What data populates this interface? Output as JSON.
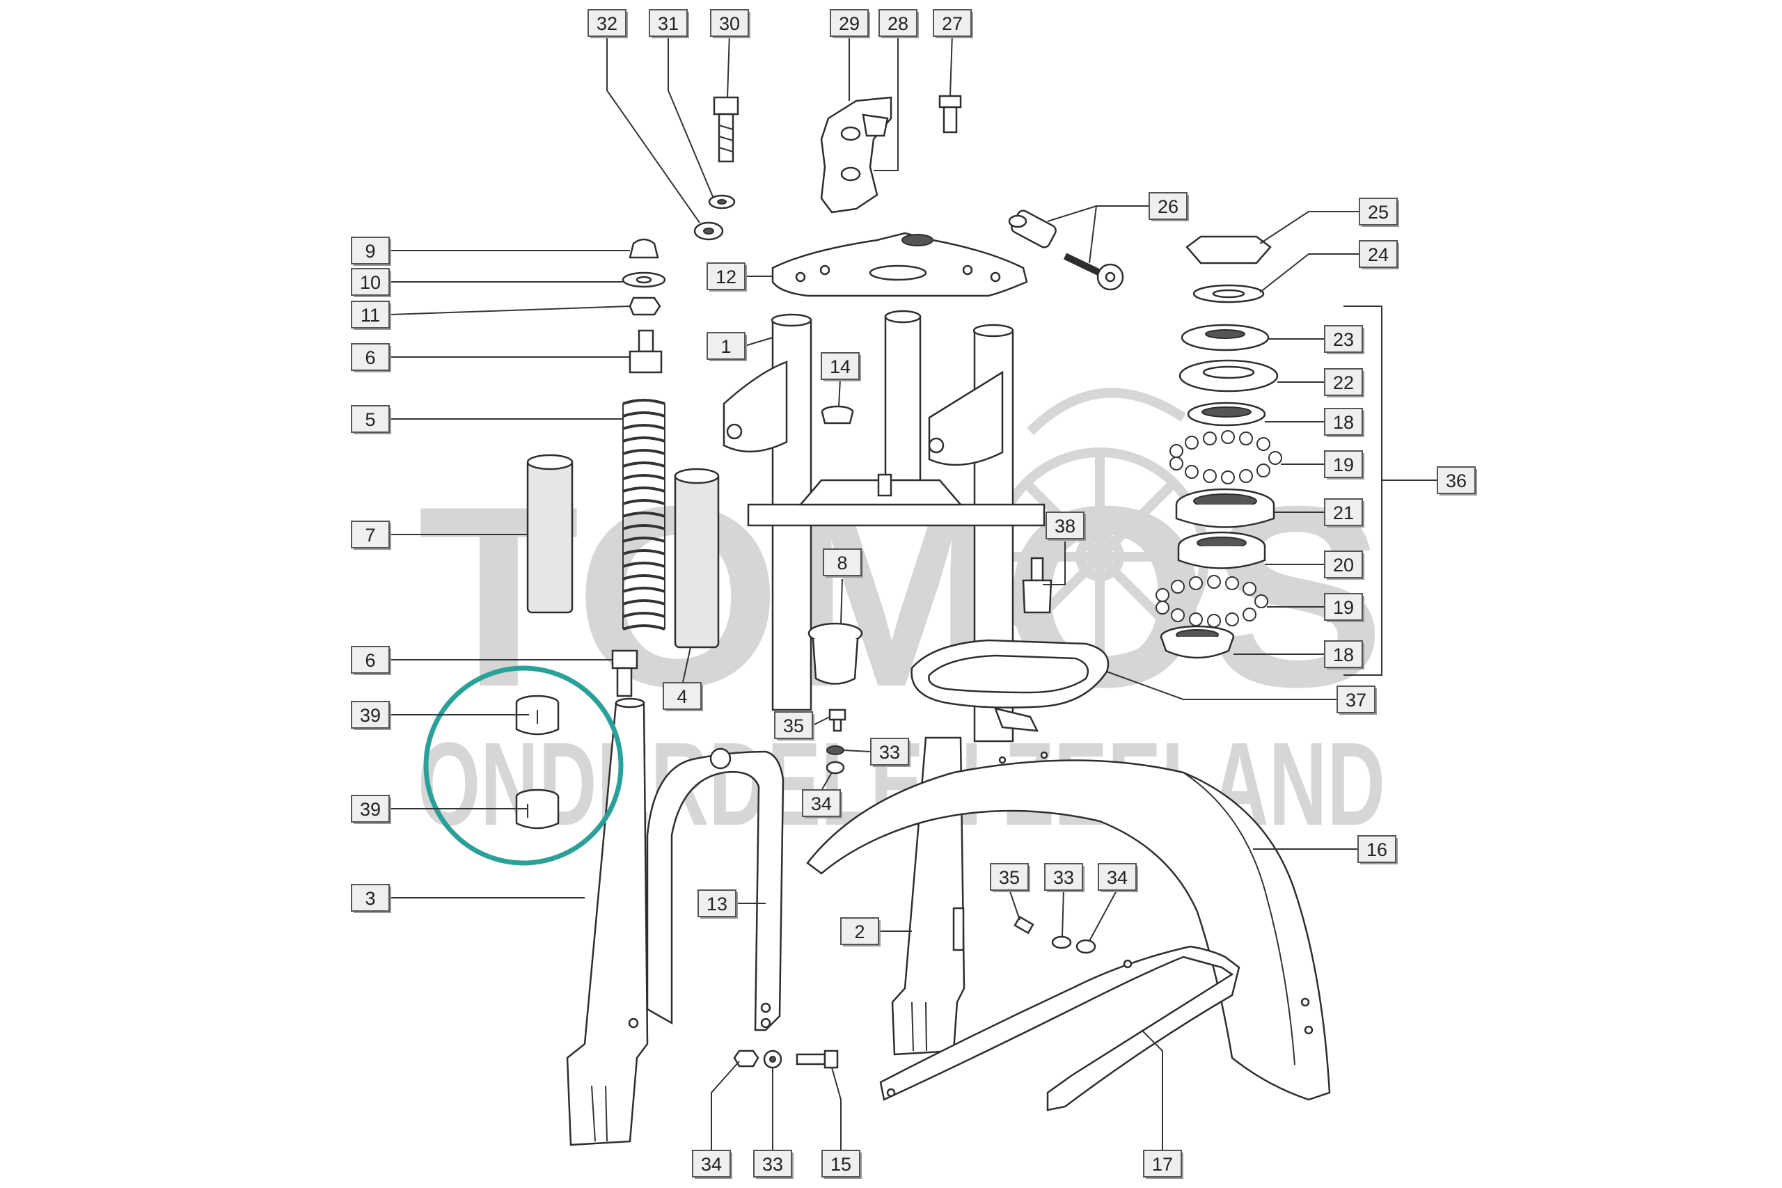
{
  "watermark": {
    "line1": "TOMOS",
    "line2": "ONDERDELEN ZEELAND",
    "logo": "wheel-wings-logo"
  },
  "highlight": {
    "color": "#2aa198",
    "label": "39"
  },
  "callouts": [
    {
      "id": "c32",
      "text": "32"
    },
    {
      "id": "c31",
      "text": "31"
    },
    {
      "id": "c30",
      "text": "30"
    },
    {
      "id": "c29",
      "text": "29"
    },
    {
      "id": "c28",
      "text": "28"
    },
    {
      "id": "c27",
      "text": "27"
    },
    {
      "id": "c26",
      "text": "26"
    },
    {
      "id": "c25",
      "text": "25"
    },
    {
      "id": "c24",
      "text": "24"
    },
    {
      "id": "c23",
      "text": "23"
    },
    {
      "id": "c22",
      "text": "22"
    },
    {
      "id": "c18a",
      "text": "18"
    },
    {
      "id": "c19a",
      "text": "19"
    },
    {
      "id": "c36",
      "text": "36"
    },
    {
      "id": "c21",
      "text": "21"
    },
    {
      "id": "c20",
      "text": "20"
    },
    {
      "id": "c19b",
      "text": "19"
    },
    {
      "id": "c18b",
      "text": "18"
    },
    {
      "id": "c37",
      "text": "37"
    },
    {
      "id": "c9",
      "text": "9"
    },
    {
      "id": "c10",
      "text": "10"
    },
    {
      "id": "c11",
      "text": "11"
    },
    {
      "id": "c12",
      "text": "12"
    },
    {
      "id": "c6a",
      "text": "6"
    },
    {
      "id": "c1",
      "text": "1"
    },
    {
      "id": "c14",
      "text": "14"
    },
    {
      "id": "c5",
      "text": "5"
    },
    {
      "id": "c7",
      "text": "7"
    },
    {
      "id": "c38",
      "text": "38"
    },
    {
      "id": "c8",
      "text": "8"
    },
    {
      "id": "c6b",
      "text": "6"
    },
    {
      "id": "c4",
      "text": "4"
    },
    {
      "id": "c39a",
      "text": "39"
    },
    {
      "id": "c35a",
      "text": "35"
    },
    {
      "id": "c33a",
      "text": "33"
    },
    {
      "id": "c34a",
      "text": "34"
    },
    {
      "id": "c39b",
      "text": "39"
    },
    {
      "id": "c16",
      "text": "16"
    },
    {
      "id": "c35b",
      "text": "35"
    },
    {
      "id": "c33b",
      "text": "33"
    },
    {
      "id": "c34b",
      "text": "34"
    },
    {
      "id": "c3",
      "text": "3"
    },
    {
      "id": "c13",
      "text": "13"
    },
    {
      "id": "c2",
      "text": "2"
    },
    {
      "id": "c34c",
      "text": "34"
    },
    {
      "id": "c33c",
      "text": "33"
    },
    {
      "id": "c15",
      "text": "15"
    },
    {
      "id": "c17",
      "text": "17"
    }
  ]
}
